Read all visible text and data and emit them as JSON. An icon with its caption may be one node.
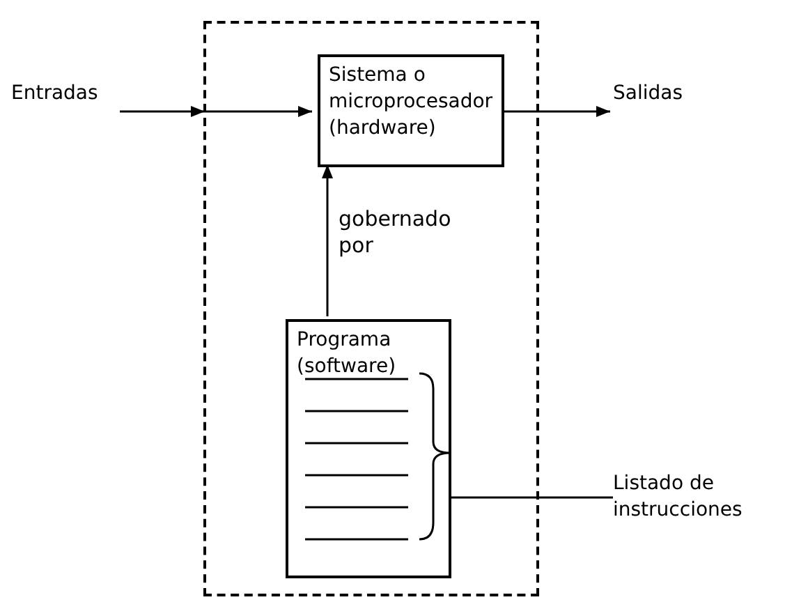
{
  "diagram": {
    "nodes": [
      {
        "text": [],
        "shape": "box"
      },
      {
        "text": [
          "Sistema o microprocesador (hardware)"
        ],
        "in": 0
      },
      {
        "text": [
          "Programa (software)"
        ],
        "in": 0
      },
      {
        "text": [
          "Entradas"
        ]
      },
      {
        "text": [
          "Salidas"
        ]
      },
      {
        "text": [
          "Listado de instrucciones"
        ]
      }
    ],
    "edges": [
      {
        "from": 3,
        "to": 1,
        "arrow": "to"
      },
      {
        "from": 1,
        "to": 4,
        "arrow": "to"
      },
      {
        "from": 2,
        "to": 1,
        "arrow": "to",
        "label": "gobernado por"
      },
      {
        "from": 5,
        "to": 2,
        "arrow": "none"
      }
    ]
  }
}
